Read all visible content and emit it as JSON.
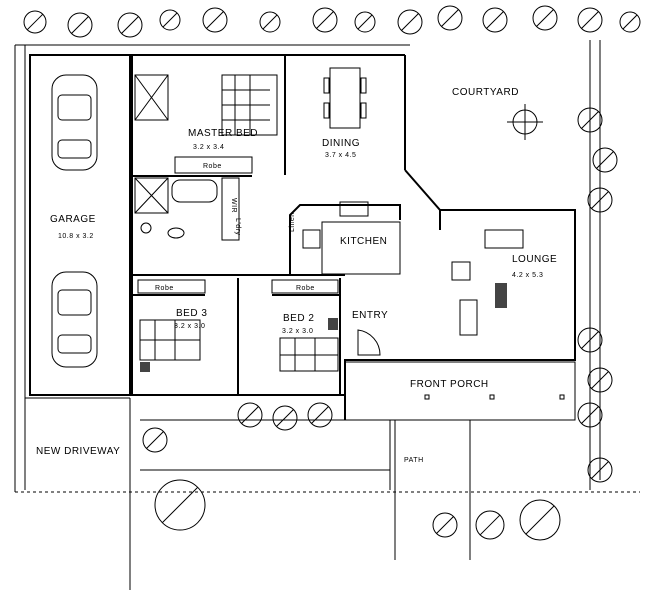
{
  "rooms": {
    "garage": {
      "name": "GARAGE",
      "size": "10.8 x 3.2"
    },
    "master_bed": {
      "name": "MASTER BED",
      "size": "3.2 x 3.4"
    },
    "dining": {
      "name": "DINING",
      "size": "3.7 x 4.5"
    },
    "courtyard": {
      "name": "COURTYARD"
    },
    "kitchen": {
      "name": "KITCHEN"
    },
    "lounge": {
      "name": "LOUNGE",
      "size": "4.2 x 5.3"
    },
    "bed3": {
      "name": "BED 3",
      "size": "3.2 x 3.0"
    },
    "bed2": {
      "name": "BED 2",
      "size": "3.2 x 3.0"
    },
    "entry": {
      "name": "ENTRY"
    },
    "front_porch": {
      "name": "FRONT PORCH"
    },
    "new_driveway": {
      "name": "NEW DRIVEWAY"
    },
    "path": {
      "name": "PATH"
    }
  },
  "fixtures": {
    "robe_master": "Robe",
    "robe_bed3": "Robe",
    "robe_bed2": "Robe",
    "wir": "WIR",
    "ldry": "L'dry",
    "linen": "Linen"
  }
}
